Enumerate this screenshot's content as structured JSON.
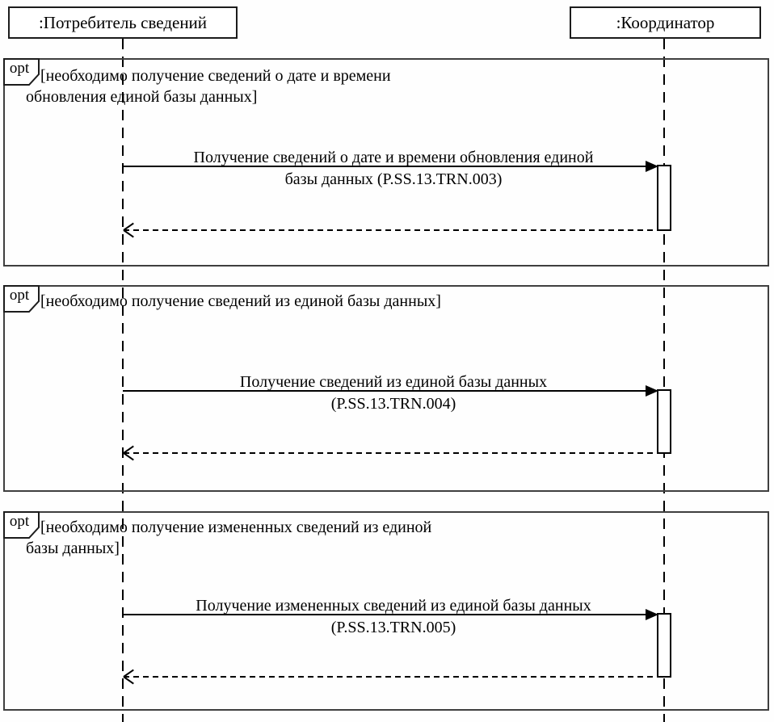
{
  "diagram": {
    "type": "uml-sequence",
    "actors": [
      {
        "id": "consumer",
        "label": ":Потребитель сведений"
      },
      {
        "id": "coordinator",
        "label": ":Координатор"
      }
    ],
    "fragments": [
      {
        "operator": "opt",
        "guard": {
          "line1": "[необходимо получение сведений о дате и времени",
          "line2": "обновления единой базы данных]"
        },
        "message": {
          "line1": "Получение сведений о дате и времени обновления единой",
          "line2": "базы данных (P.SS.13.TRN.003)"
        }
      },
      {
        "operator": "opt",
        "guard": {
          "line1": "[необходимо получение сведений из единой базы данных]"
        },
        "message": {
          "line1": "Получение сведений из единой базы данных",
          "line2": "(P.SS.13.TRN.004)"
        }
      },
      {
        "operator": "opt",
        "guard": {
          "line1": "[необходимо получение измененных сведений из единой",
          "line2": "базы данных]"
        },
        "message": {
          "line1": "Получение измененных сведений из единой базы данных",
          "line2": "(P.SS.13.TRN.005)"
        }
      }
    ],
    "colors": {
      "background": "#ffffff",
      "line": "#000000",
      "frame_border": "#3f3f3f"
    }
  }
}
